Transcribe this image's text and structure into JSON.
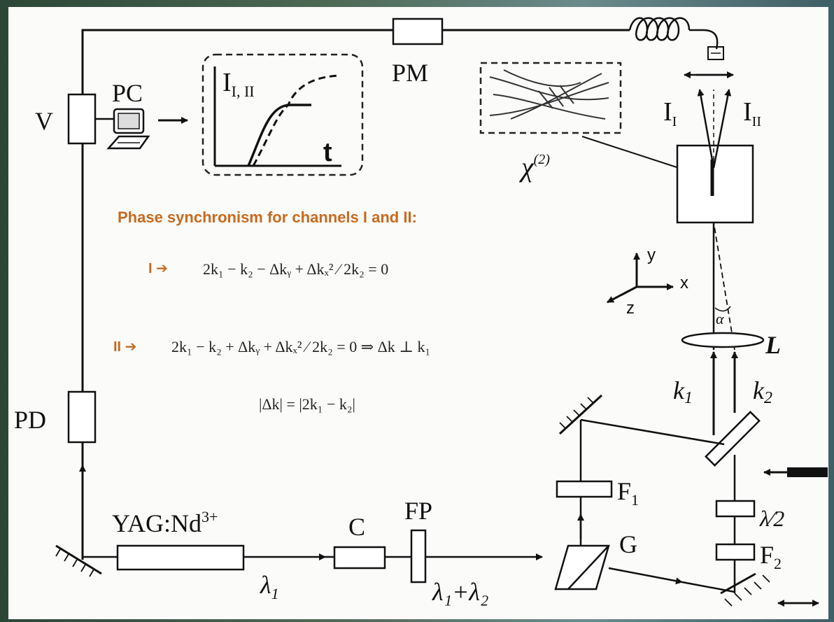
{
  "labels": {
    "pc": "PC",
    "v": "V",
    "pm": "PM",
    "pd": "PD",
    "yag_main": "YAG:Nd",
    "yag_sup": "3+",
    "c": "C",
    "fp": "FP",
    "g": "G",
    "f1_main": "F",
    "f1_sub": "1",
    "f2_main": "F",
    "f2_sub": "2",
    "lens": "L",
    "k1_main": "k",
    "k1_sub": "1",
    "k2_main": "k",
    "k2_sub": "2",
    "lambda1_main": "λ",
    "lambda1_sub": "1",
    "lambda_sum": "λ₁+λ₂",
    "half_wave": "λ⁄2",
    "chi_main": "χ",
    "chi_sup": "(2)",
    "i1_main": "I",
    "i1_sub": "I",
    "i2_main": "I",
    "i2_sub": "II",
    "alpha": "α",
    "axis_y": "y",
    "axis_x": "x",
    "axis_z": "z"
  },
  "inset": {
    "ylabel_main": "I",
    "ylabel_sub": "I, II",
    "xlabel": "t"
  },
  "equations": {
    "title": "Phase synchronism for channels I and II:",
    "eq1_tag": "I",
    "eq1": "2k₁ − k₂ − Δkᵧ + Δkₓ² ⁄ 2k₂ = 0",
    "eq2_tag": "II",
    "eq2": "2k₁ − k₂ + Δkᵧ + Δkₓ² ⁄ 2k₂ = 0  ⇒ Δk ⊥ k₁",
    "eq3": "|Δk| = |2k₁ − k₂|"
  },
  "colors": {
    "accent": "#c86a1e",
    "ink": "#111111"
  }
}
